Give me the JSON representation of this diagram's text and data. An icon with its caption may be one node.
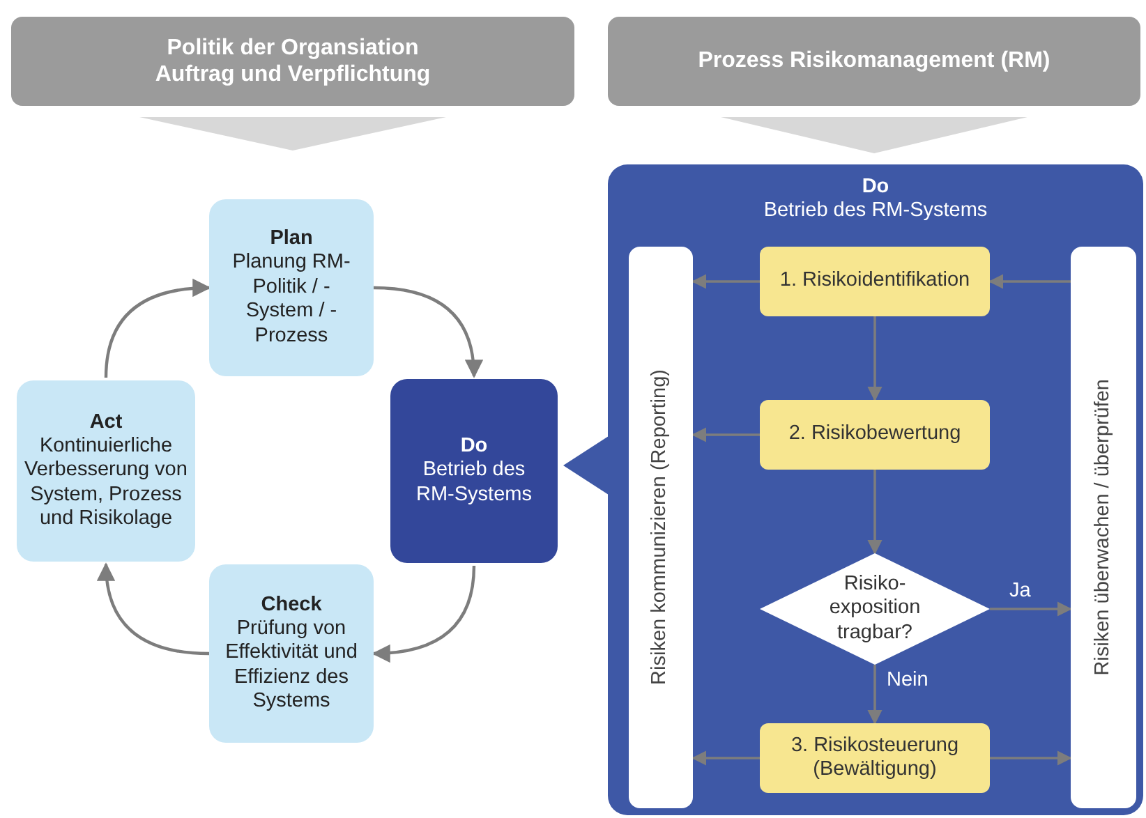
{
  "diagram": {
    "nodes": [
      {
        "text": [
          "Politik der Organsiation",
          "Auftrag und Verpflichtung"
        ]
      },
      {
        "text": [
          "Prozess Risikomanagement (RM)"
        ]
      },
      {
        "text": [
          "Plan",
          "Planung RM-Politik / -System / -Prozess"
        ]
      },
      {
        "text": [
          "Do",
          "Betrieb des RM-Systems"
        ]
      },
      {
        "text": [
          "Check",
          "Prüfung von Effektivität und Effizienz des Systems"
        ]
      },
      {
        "text": [
          "Act",
          "Kontinuierliche Verbesserung von System, Prozess und Risikolage"
        ]
      },
      {
        "text": [
          "Do",
          "Betrieb des RM-Systems"
        ]
      },
      {
        "text": [
          "Risiken kommunizieren (Reporting)"
        ],
        "in": 6
      },
      {
        "text": [
          "1. Risikoidentifikation"
        ],
        "in": 6
      },
      {
        "text": [
          "2. Risikobewertung"
        ],
        "in": 6
      },
      {
        "text": [
          "Risiko- exposition tragbar?"
        ],
        "in": 6
      },
      {
        "text": [
          "3. Risikosteuerung (Bewältigung)"
        ],
        "in": 6
      },
      {
        "text": [
          "Risiken überwachen / überprüfen"
        ],
        "in": 6
      }
    ],
    "edges": [
      {
        "from": 0,
        "to": null,
        "arrow": "to"
      },
      {
        "from": 1,
        "to": 6,
        "arrow": "to"
      },
      {
        "from": 2,
        "to": 3,
        "arrow": "to"
      },
      {
        "from": 3,
        "to": 4,
        "arrow": "to"
      },
      {
        "from": 4,
        "to": 5,
        "arrow": "to"
      },
      {
        "from": 5,
        "to": 2,
        "arrow": "to"
      },
      {
        "from": 6,
        "to": 3,
        "arrow": "to"
      },
      {
        "from": 8,
        "to": 7,
        "arrow": "to"
      },
      {
        "from": 12,
        "to": 8,
        "arrow": "to"
      },
      {
        "from": 8,
        "to": 9,
        "arrow": "to"
      },
      {
        "from": 9,
        "to": 7,
        "arrow": "to"
      },
      {
        "from": 9,
        "to": 10,
        "arrow": "to"
      },
      {
        "from": 10,
        "to": 12,
        "arrow": "to",
        "label": "Ja"
      },
      {
        "from": 10,
        "to": 11,
        "arrow": "to",
        "label": "Nein"
      },
      {
        "from": 11,
        "to": 7,
        "arrow": "to"
      },
      {
        "from": 11,
        "to": 12,
        "arrow": "to"
      }
    ]
  }
}
